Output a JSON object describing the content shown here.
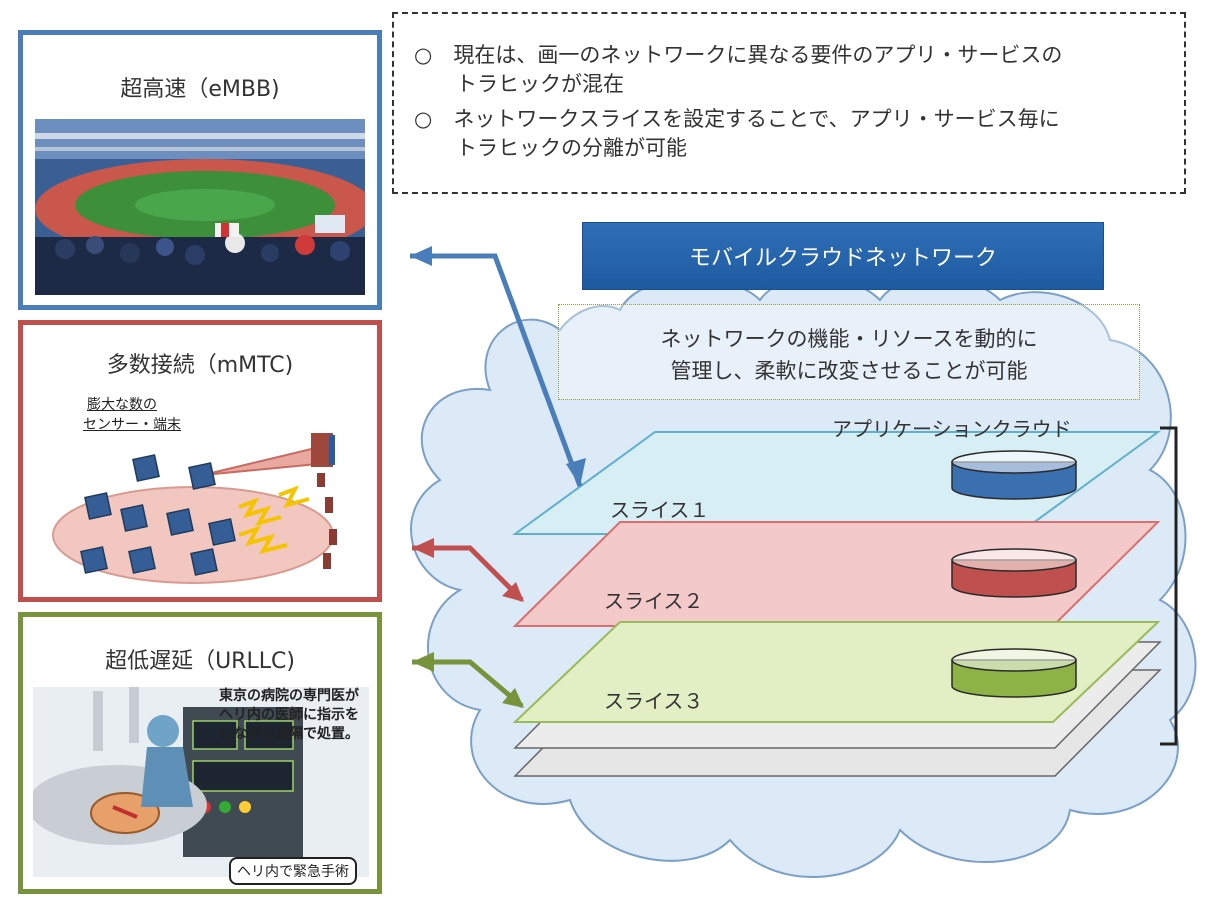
{
  "panels": {
    "embb": {
      "title": "超高速（eMBB)"
    },
    "mmtc": {
      "title": "多数接続（mMTC)",
      "sensor_label_1": "膨大な数の",
      "sensor_label_2": "センサー・端末"
    },
    "urllc": {
      "title": "超低遅延（URLLC)",
      "callout_1": "東京の病院の専門医が",
      "callout_2": "ヘリ内の医師に指示を",
      "callout_3": "しながら遠隔で処置。",
      "badge": "ヘリ内で緊急手術"
    }
  },
  "notes": [
    "○　現在は、画一のネットワークに異なる要件のアプリ・サービスの",
    "トラヒックが混在",
    "○　ネットワークスライスを設定することで、アプリ・サービス毎に",
    "トラヒックの分離が可能"
  ],
  "network": {
    "title": "モバイルクラウドネットワーク",
    "mgmt_line_1": "ネットワークの機能・リソースを動的に",
    "mgmt_line_2": "管理し、柔軟に改変させることが可能",
    "app_cloud": "アプリケーションクラウド"
  },
  "slices": [
    {
      "label": "スライス１",
      "fill": "#d8eef5",
      "stroke": "#5fb0cc",
      "db": "#3a6fb0"
    },
    {
      "label": "スライス２",
      "fill": "#f3c9c9",
      "stroke": "#d9706e",
      "db": "#c0504d"
    },
    {
      "label": "スライス３",
      "fill": "#e2eec4",
      "stroke": "#9abb59",
      "db": "#8db347"
    }
  ],
  "colors": {
    "embb": "#4a7ebb",
    "mmtc": "#c0504d",
    "urllc": "#77933c",
    "cloud": "#dce9f7"
  }
}
